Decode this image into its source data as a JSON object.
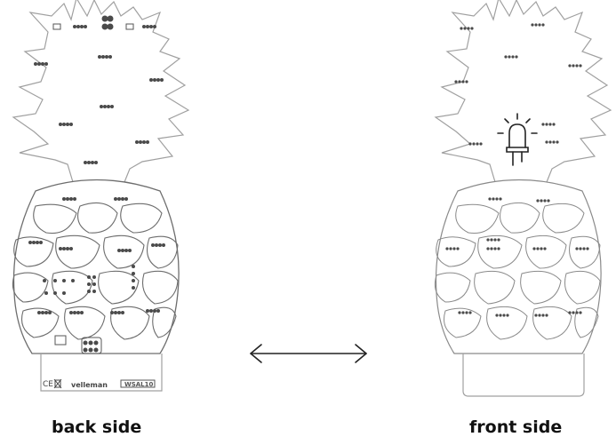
{
  "captions": {
    "back": "back side",
    "front": "front side"
  },
  "board_text": {
    "brand": "velleman",
    "model": "WSAL10",
    "marks": "CE"
  },
  "icons": {
    "arrow": "double-arrow-icon",
    "led": "led-icon",
    "weee": "weee-bin-icon"
  },
  "colors": {
    "outline": "#9a9a9a",
    "dark": "#222222",
    "pad": "#4a4a4a"
  }
}
